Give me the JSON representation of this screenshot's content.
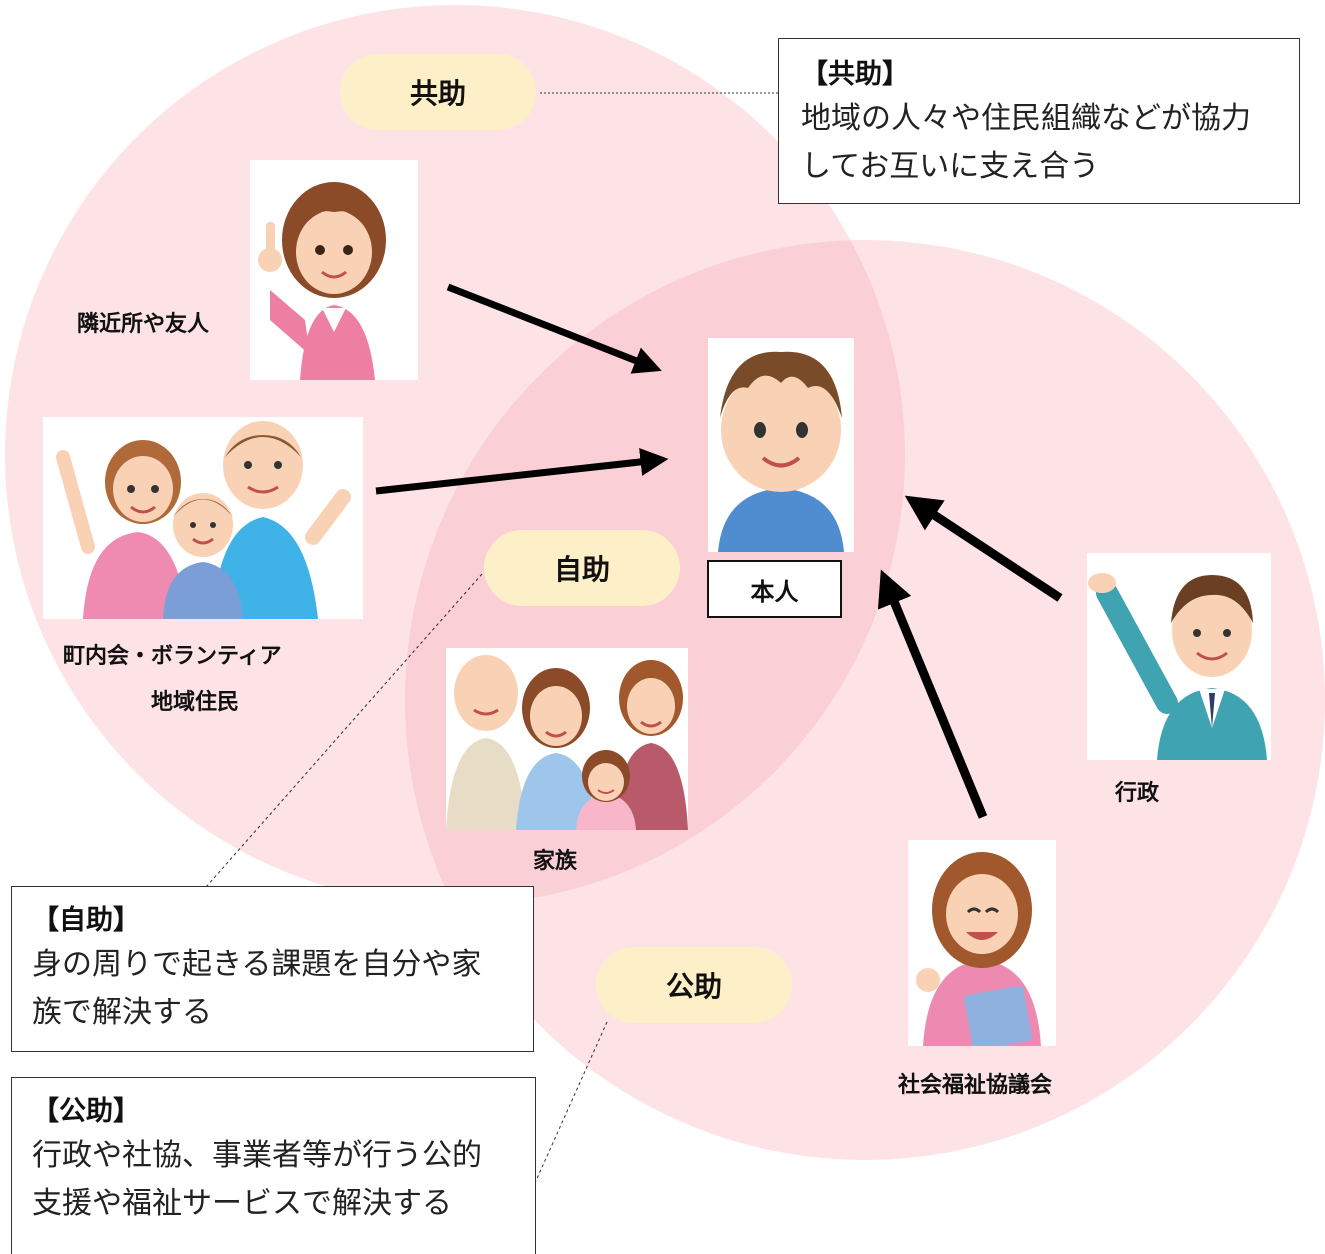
{
  "pills": {
    "kyojo": "共助",
    "jijo": "自助",
    "kojo": "公助"
  },
  "labels": {
    "neighbors": "隣近所や友人",
    "community_line1": "町内会・ボランティア",
    "community_line2": "地域住民",
    "family": "家族",
    "person": "本人",
    "government": "行政",
    "council": "社会福祉協議会"
  },
  "boxes": {
    "kyojo": {
      "title": "【共助】",
      "line1": "地域の人々や住民組織などが協力",
      "line2": "してお互いに支え合う"
    },
    "jijo": {
      "title": "【自助】",
      "line1": "身の周りで起きる課題を自分や家",
      "line2": "族で解決する"
    },
    "kojo": {
      "title": "【公助】",
      "line1": "行政や社協、事業者等が行う公的",
      "line2": "支援や福祉サービスで解決する"
    }
  },
  "colors": {
    "circle_fill": "#fde3e6",
    "overlap_fill": "#fbd3d8",
    "pill_fill": "#fdf0c8",
    "arrow": "#000000"
  }
}
